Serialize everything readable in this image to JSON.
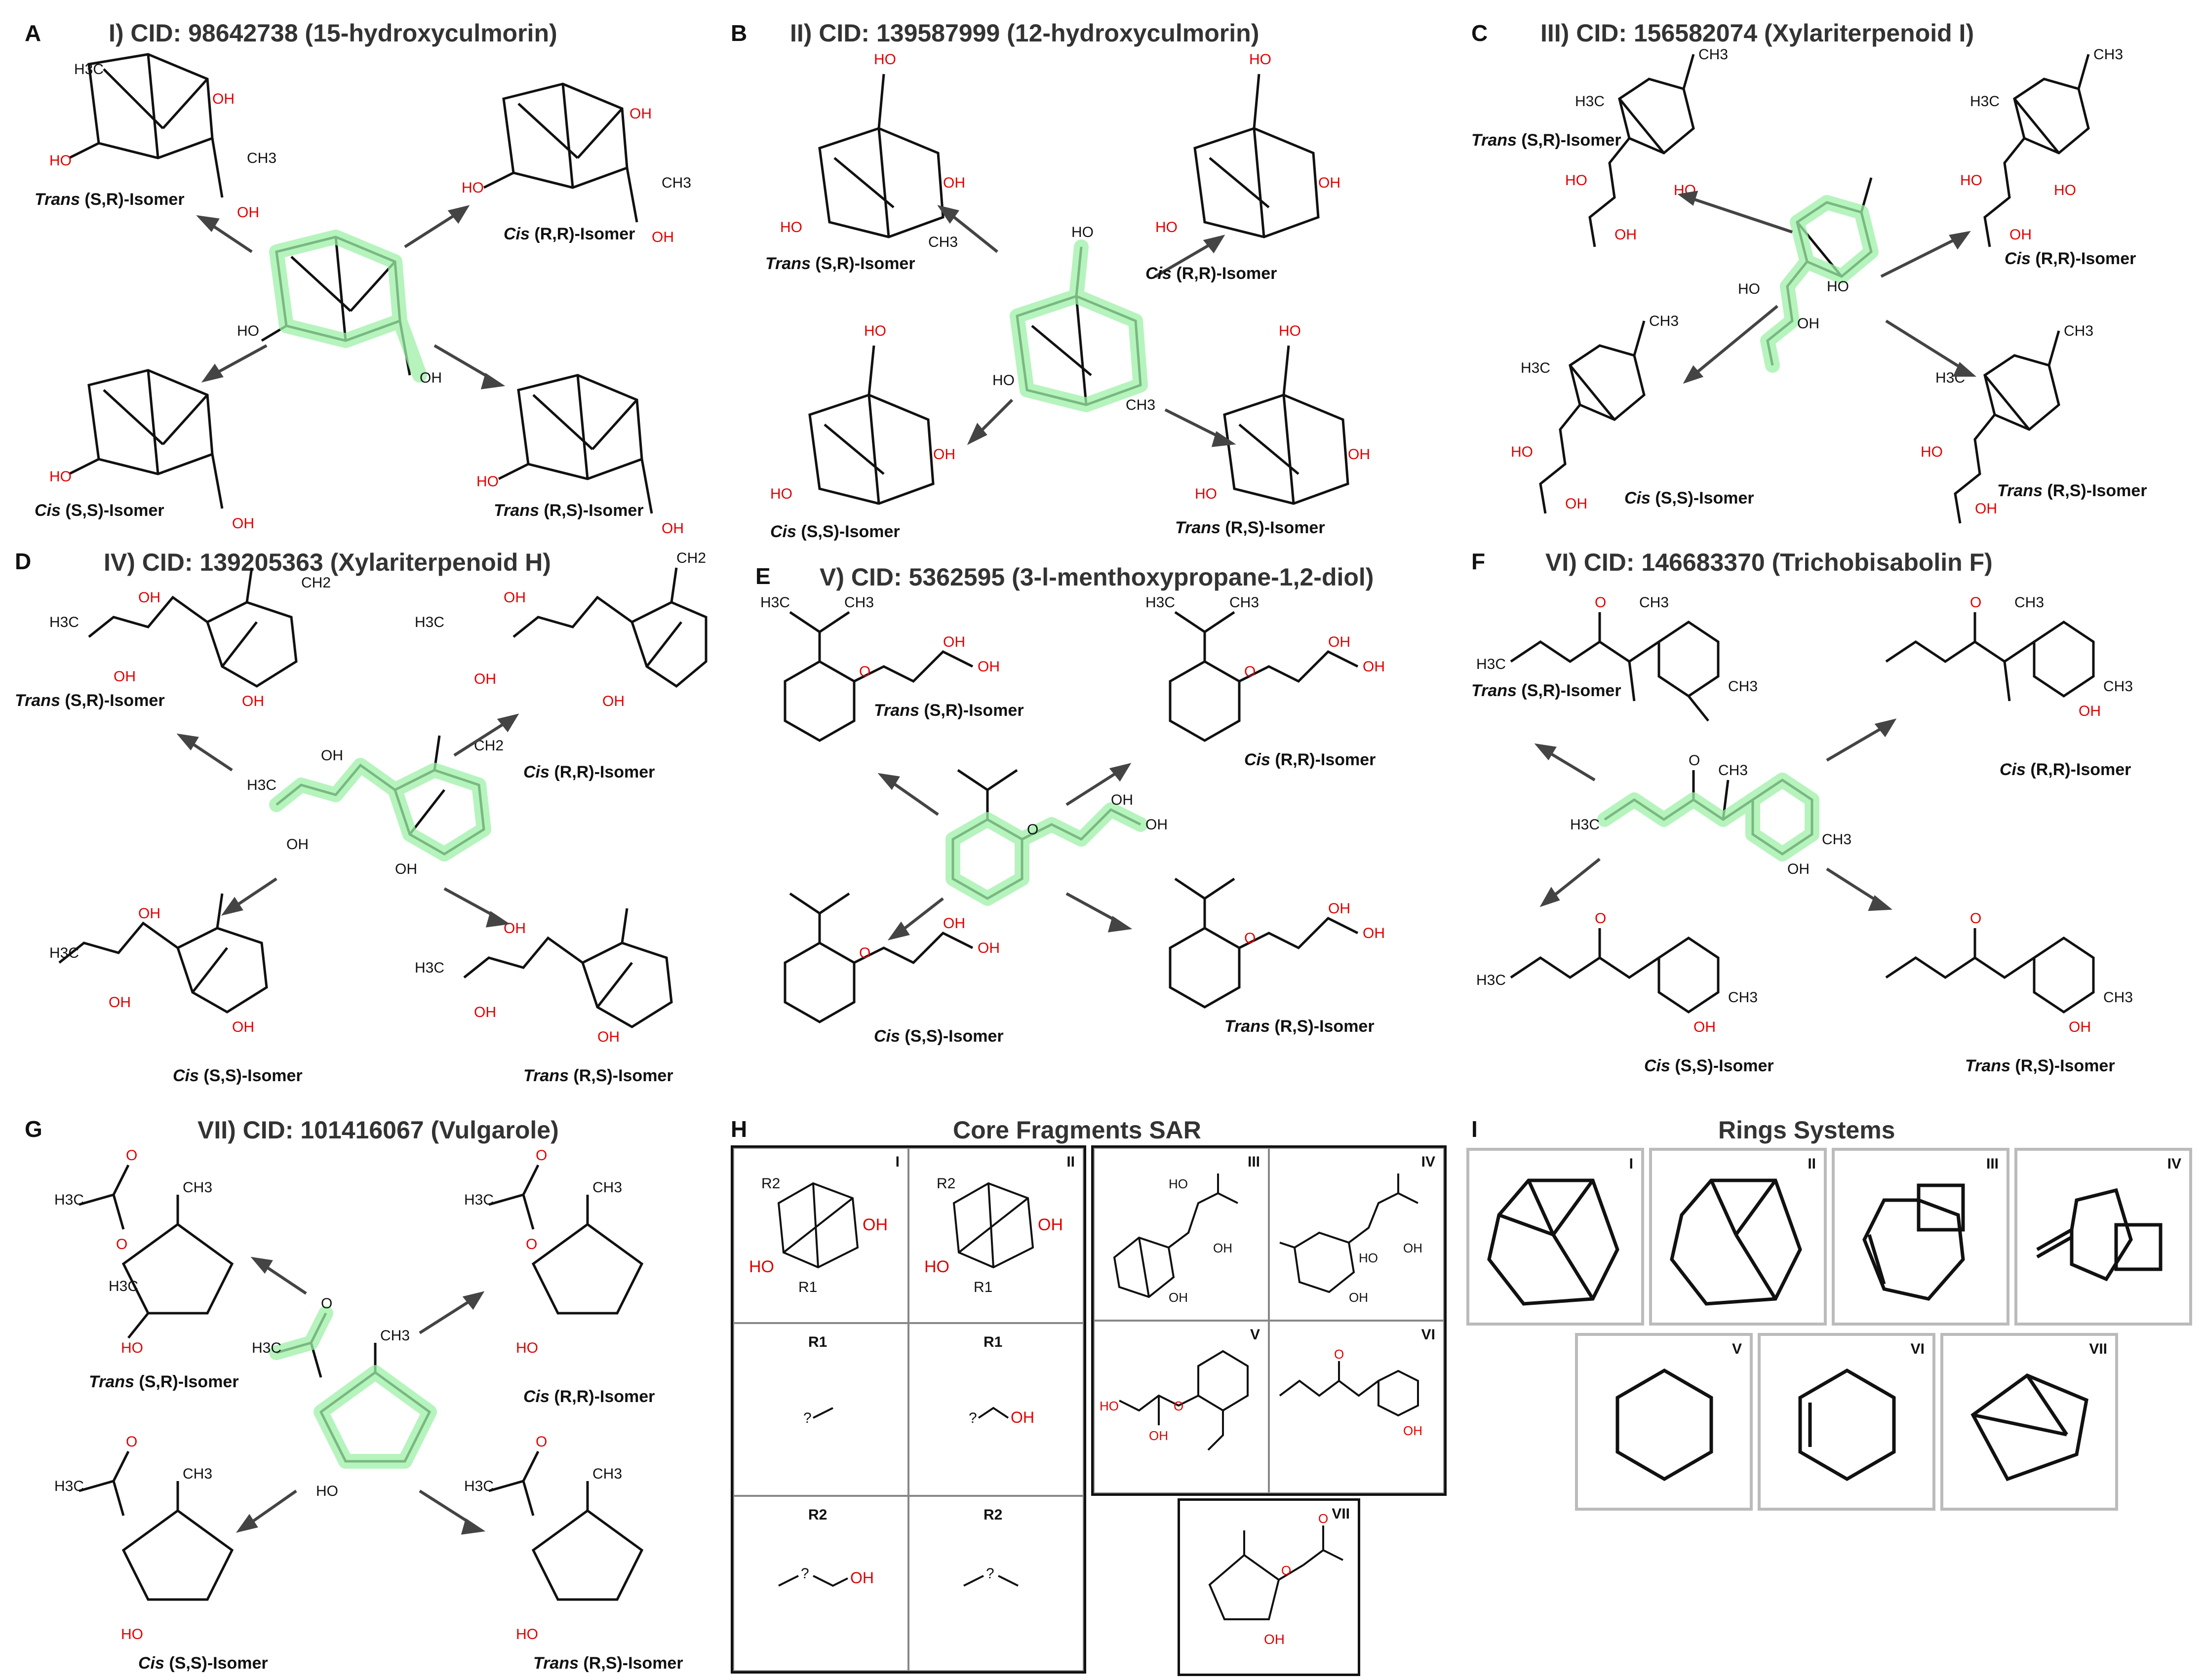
{
  "panels": [
    {
      "letter": "A",
      "title": "I) CID: 98642738 (15-hydroxyculmorin)",
      "isomers": [
        "Trans (S,R)-Isomer",
        "Cis (R,R)-Isomer",
        "Cis (S,S)-Isomer",
        "Trans (R,S)-Isomer"
      ]
    },
    {
      "letter": "B",
      "title": "II) CID: 139587999 (12-hydroxyculmorin)",
      "isomers": [
        "Trans (S,R)-Isomer",
        "Cis (R,R)-Isomer",
        "Cis (S,S)-Isomer",
        "Trans (R,S)-Isomer"
      ]
    },
    {
      "letter": "C",
      "title": "III) CID: 156582074 (Xylariterpenoid I)",
      "isomers": [
        "Trans (S,R)-Isomer",
        "Cis (R,R)-Isomer",
        "Cis (S,S)-Isomer",
        "Trans (R,S)-Isomer"
      ]
    },
    {
      "letter": "D",
      "title": "IV) CID: 139205363 (Xylariterpenoid H)",
      "isomers": [
        "Trans (S,R)-Isomer",
        "Cis (R,R)-Isomer",
        "Cis (S,S)-Isomer",
        "Trans (R,S)-Isomer"
      ]
    },
    {
      "letter": "E",
      "title": "V) CID: 5362595 (3-l-menthoxypropane-1,2-diol)",
      "isomers": [
        "Trans (S,R)-Isomer",
        "Cis (R,R)-Isomer",
        "Cis (S,S)-Isomer",
        "Trans (R,S)-Isomer"
      ]
    },
    {
      "letter": "F",
      "title": "VI) CID: 146683370 (Trichobisabolin F)",
      "isomers": [
        "Trans (S,R)-Isomer",
        "Cis (R,R)-Isomer",
        "Cis (S,S)-Isomer",
        "Trans (R,S)-Isomer"
      ]
    },
    {
      "letter": "G",
      "title": "VII) CID: 101416067 (Vulgarole)",
      "isomers": [
        "Trans (S,R)-Isomer",
        "Cis (R,R)-Isomer",
        "Cis (S,S)-Isomer",
        "Trans (R,S)-Isomer"
      ]
    }
  ],
  "atoms": {
    "oh": "OH",
    "ho": "HO",
    "h3c": "H3C",
    "ch3": "CH3",
    "ch2": "CH2",
    "o": "O",
    "r1": "R1",
    "r2": "R2",
    "q": "?"
  },
  "fragments": {
    "letter": "H",
    "title": "Core Fragments SAR",
    "tags": [
      "I",
      "II",
      "III",
      "IV",
      "V",
      "VI",
      "VII"
    ],
    "r1_label": "R1",
    "r2_label": "R2"
  },
  "rings": {
    "letter": "I",
    "title": "Rings Systems",
    "tags": [
      "I",
      "II",
      "III",
      "IV",
      "V",
      "VI",
      "VII"
    ]
  },
  "colors": {
    "highlight": "#9ef0a8",
    "oxygen": "#e00000",
    "bond": "#111111",
    "arrow": "#444444"
  }
}
